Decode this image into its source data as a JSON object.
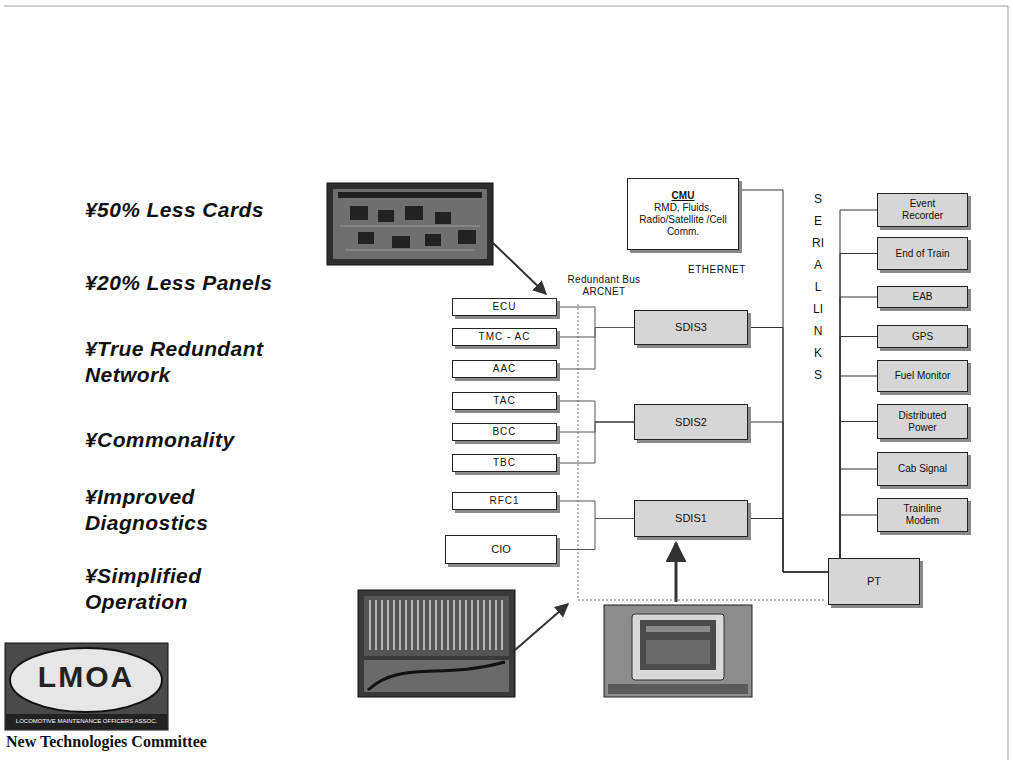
{
  "diagram": {
    "caption": "New Technologies Committee",
    "nodes": [
      {
        "text": [
          "CMU",
          "RMD, Fluids, Radio/Satellite /Cell Comm."
        ]
      },
      {
        "text": [
          "ECU"
        ]
      },
      {
        "text": [
          "TMC - AC"
        ]
      },
      {
        "text": [
          "AAC"
        ]
      },
      {
        "text": [
          "TAC"
        ]
      },
      {
        "text": [
          "BCC"
        ]
      },
      {
        "text": [
          "TBC"
        ]
      },
      {
        "text": [
          "RFC1"
        ]
      },
      {
        "text": [
          "CIO"
        ]
      },
      {
        "text": [
          "SDIS3"
        ]
      },
      {
        "text": [
          "SDIS2"
        ]
      },
      {
        "text": [
          "SDIS1"
        ]
      },
      {
        "text": [
          "PT"
        ]
      },
      {
        "text": [
          "Event Recorder"
        ]
      },
      {
        "text": [
          "End of Train"
        ]
      },
      {
        "text": [
          "EAB"
        ]
      },
      {
        "text": [
          "GPS"
        ]
      },
      {
        "text": [
          "Fuel Monitor"
        ]
      },
      {
        "text": [
          "Distributed Power"
        ]
      },
      {
        "text": [
          "Cab Signal"
        ]
      },
      {
        "text": [
          "Trainline Modem"
        ]
      }
    ],
    "edges": [
      {
        "from": 1,
        "to": 9,
        "arrow": "none"
      },
      {
        "from": 2,
        "to": 9,
        "arrow": "none"
      },
      {
        "from": 3,
        "to": 9,
        "arrow": "none"
      },
      {
        "from": 4,
        "to": 10,
        "arrow": "none"
      },
      {
        "from": 5,
        "to": 10,
        "arrow": "none"
      },
      {
        "from": 6,
        "to": 10,
        "arrow": "none"
      },
      {
        "from": 7,
        "to": 11,
        "arrow": "none"
      },
      {
        "from": 8,
        "to": 11,
        "arrow": "none"
      },
      {
        "from": 0,
        "to": 12,
        "arrow": "none"
      },
      {
        "from": 9,
        "to": 12,
        "arrow": "none"
      },
      {
        "from": 10,
        "to": 12,
        "arrow": "none"
      },
      {
        "from": 11,
        "to": 12,
        "arrow": "none"
      },
      {
        "from": 12,
        "to": 13,
        "arrow": "none"
      },
      {
        "from": 12,
        "to": 14,
        "arrow": "none"
      },
      {
        "from": 12,
        "to": 15,
        "arrow": "none"
      },
      {
        "from": 12,
        "to": 16,
        "arrow": "none"
      },
      {
        "from": 12,
        "to": 17,
        "arrow": "none"
      },
      {
        "from": 12,
        "to": 18,
        "arrow": "none"
      },
      {
        "from": 12,
        "to": 19,
        "arrow": "none"
      },
      {
        "from": 12,
        "to": 20,
        "arrow": "none"
      }
    ],
    "labels": [
      "¥50% Less Cards",
      "¥20% Less Panels",
      "¥True Redundant Network",
      "¥Commonality",
      "¥Improved Diagnostics",
      "¥Simplified Operation",
      "Redundant Bus ARCNET",
      "ETHERNET",
      "SERIAL LINKS",
      "LMOA",
      "LOCOMOTIVE MAINTENANCE OFFICERS ASSOC."
    ]
  }
}
